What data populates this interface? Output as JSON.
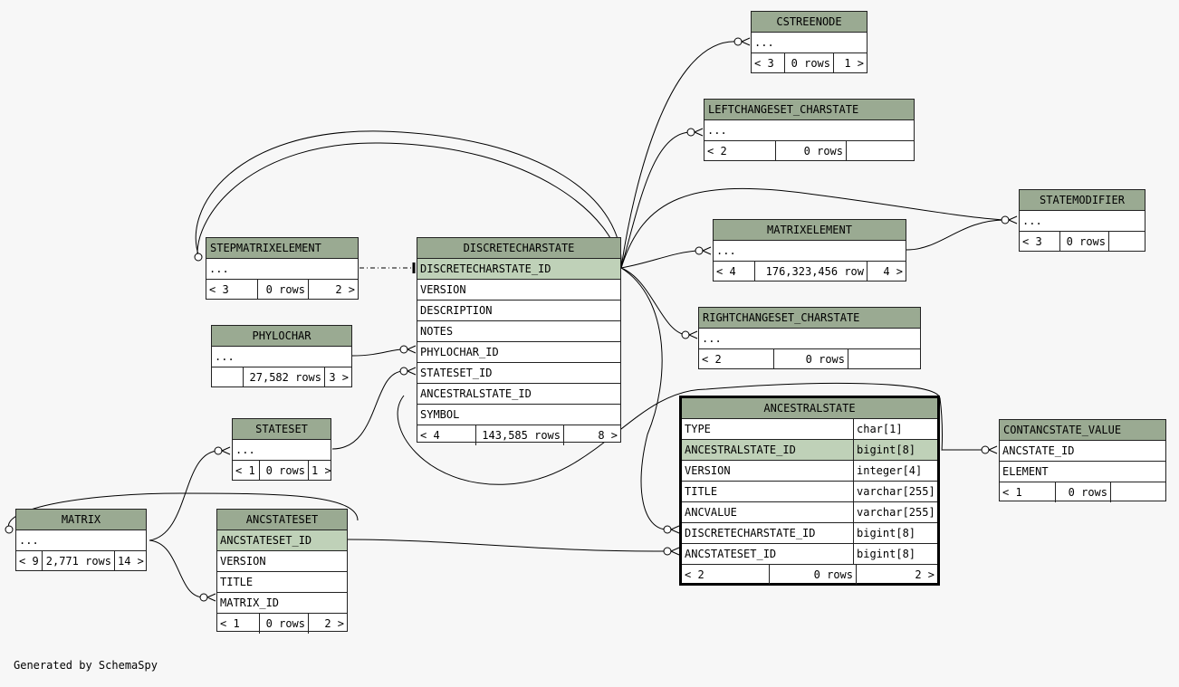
{
  "footer_text": "Generated by SchemaSpy",
  "tables": {
    "cstreenode": {
      "name": "CSTREENODE",
      "rows": [
        "..."
      ],
      "footer": [
        "< 3",
        "0 rows",
        "1 >"
      ]
    },
    "leftchangeset": {
      "name": "LEFTCHANGESET_CHARSTATE",
      "rows": [
        "..."
      ],
      "footer": [
        "< 2",
        "0 rows",
        ""
      ]
    },
    "statemodifier": {
      "name": "STATEMODIFIER",
      "rows": [
        "..."
      ],
      "footer": [
        "< 3",
        "0 rows",
        ""
      ]
    },
    "matrixelement": {
      "name": "MATRIXELEMENT",
      "rows": [
        "..."
      ],
      "footer": [
        "< 4",
        "176,323,456 row",
        "4 >"
      ]
    },
    "rightchangeset": {
      "name": "RIGHTCHANGESET_CHARSTATE",
      "rows": [
        "..."
      ],
      "footer": [
        "< 2",
        "0 rows",
        ""
      ]
    },
    "stepmatrixelement": {
      "name": "STEPMATRIXELEMENT",
      "rows": [
        "..."
      ],
      "footer": [
        "< 3",
        "0 rows",
        "2 >"
      ]
    },
    "discretecharstate": {
      "name": "DISCRETECHARSTATE",
      "rows": [
        "DISCRETECHARSTATE_ID",
        "VERSION",
        "DESCRIPTION",
        "NOTES",
        "PHYLOCHAR_ID",
        "STATESET_ID",
        "ANCESTRALSTATE_ID",
        "SYMBOL"
      ],
      "footer": [
        "< 4",
        "143,585 rows",
        "8 >"
      ]
    },
    "phylochar": {
      "name": "PHYLOCHAR",
      "rows": [
        "..."
      ],
      "footer": [
        "",
        "27,582 rows",
        "3 >"
      ]
    },
    "stateset": {
      "name": "STATESET",
      "rows": [
        "..."
      ],
      "footer": [
        "< 1",
        "0 rows",
        "1 >"
      ]
    },
    "matrix": {
      "name": "MATRIX",
      "rows": [
        "..."
      ],
      "footer": [
        "< 9",
        "2,771 rows",
        "14 >"
      ]
    },
    "ancstateset": {
      "name": "ANCSTATESET",
      "rows": [
        "ANCSTATESET_ID",
        "VERSION",
        "TITLE",
        "MATRIX_ID"
      ],
      "footer": [
        "< 1",
        "0 rows",
        "2 >"
      ]
    },
    "ancestralstate": {
      "name": "ANCESTRALSTATE",
      "rows": [
        {
          "column": "TYPE",
          "type": "char[1]"
        },
        {
          "column": "ANCESTRALSTATE_ID",
          "type": "bigint[8]"
        },
        {
          "column": "VERSION",
          "type": "integer[4]"
        },
        {
          "column": "TITLE",
          "type": "varchar[255]"
        },
        {
          "column": "ANCVALUE",
          "type": "varchar[255]"
        },
        {
          "column": "DISCRETECHARSTATE_ID",
          "type": "bigint[8]"
        },
        {
          "column": "ANCSTATESET_ID",
          "type": "bigint[8]"
        }
      ],
      "footer": [
        "< 2",
        "0 rows",
        "2 >"
      ]
    },
    "contancstatevalue": {
      "name": "CONTANCSTATE_VALUE",
      "rows": [
        "ANCSTATE_ID",
        "ELEMENT"
      ],
      "footer": [
        "< 1",
        "0 rows",
        ""
      ]
    }
  },
  "colors": {
    "header": "#9aaa92",
    "primary_key": "#bfd1b8",
    "background": "#f7f7f7"
  }
}
